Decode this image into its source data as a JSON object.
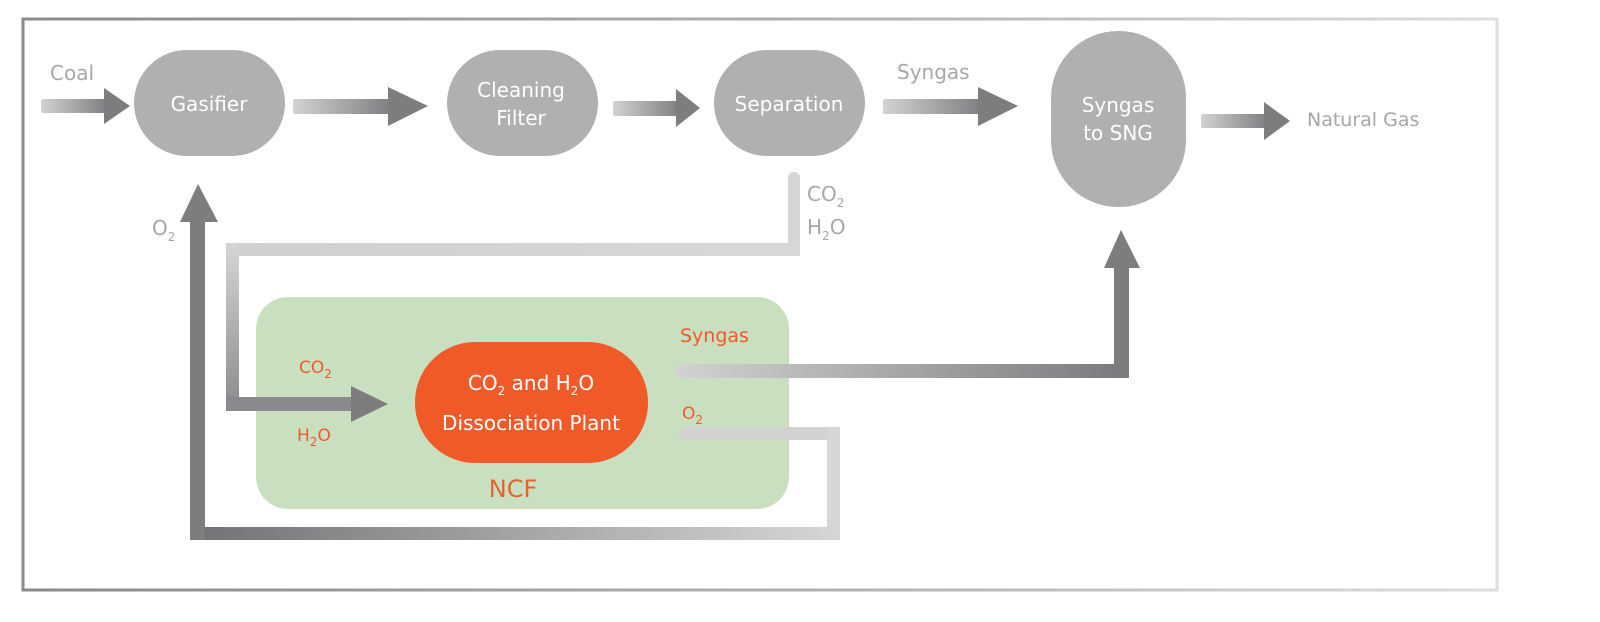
{
  "nodes": {
    "gasifier": "Gasifier",
    "cleaning_filter": [
      "Cleaning",
      "Filter"
    ],
    "separation": "Separation",
    "syngas_to_sng": [
      "Syngas",
      "to SNG"
    ],
    "dissociation_plant": {
      "line1_a": "CO",
      "line1_sub1": "2",
      "line1_b": " and H",
      "line1_sub2": "2",
      "line1_c": "O",
      "line2": "Dissociation Plant"
    }
  },
  "labels": {
    "coal": "Coal",
    "syngas_top": "Syngas",
    "natural_gas": "Natural Gas",
    "co2_sep": {
      "base": "CO",
      "sub": "2"
    },
    "h2o_sep": {
      "a": "H",
      "sub": "2",
      "b": "O"
    },
    "o2_left": {
      "base": "O",
      "sub": "2"
    },
    "ncf": "NCF",
    "ncf_co2": {
      "base": "CO",
      "sub": "2"
    },
    "ncf_h2o": {
      "a": "H",
      "sub": "2",
      "b": "O"
    },
    "ncf_syngas": "Syngas",
    "ncf_o2": {
      "base": "O",
      "sub": "2"
    }
  },
  "colors": {
    "node_grey": "#b0b0b0",
    "arrow_dark": "#7d7d80",
    "arrow_light": "#cfcfcf",
    "ncf_green": "#c8e0c0",
    "plant_orange": "#f05a28",
    "label_grey": "#a7a7a7",
    "label_orange": "#f05a28",
    "frame": "#b8b8b8"
  }
}
